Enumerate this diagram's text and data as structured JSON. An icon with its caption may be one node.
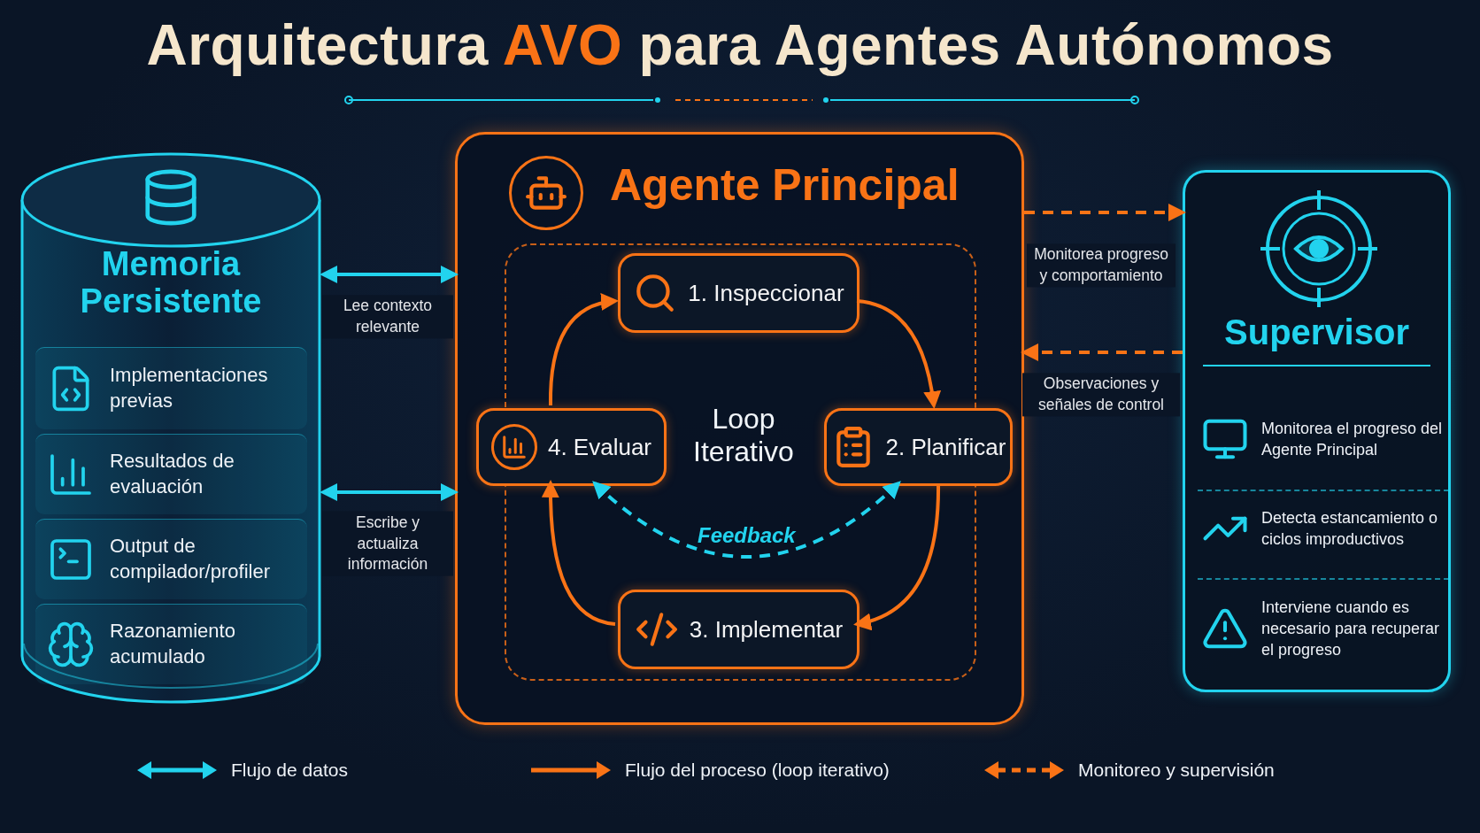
{
  "diagram": {
    "title": "Arquitectura **AVO** para Agentes Autónomos",
    "nodes": [
      {
        "text": [
          "Memoria Persistente"
        ]
      },
      {
        "text": [
          "Implementaciones previas"
        ],
        "in": 0
      },
      {
        "text": [
          "Resultados de evaluación"
        ],
        "in": 0
      },
      {
        "text": [
          "Output de compilador/profiler"
        ],
        "in": 0
      },
      {
        "text": [
          "Razonamiento acumulado"
        ],
        "in": 0
      },
      {
        "text": [
          "Agente Principal"
        ]
      },
      {
        "text": [
          "1. Inspeccionar"
        ],
        "in": 5
      },
      {
        "text": [
          "2. Planificar"
        ],
        "in": 5
      },
      {
        "text": [
          "3. Implementar"
        ],
        "in": 5
      },
      {
        "text": [
          "4. Evaluar"
        ],
        "in": 5
      },
      {
        "text": [
          "Supervisor"
        ]
      },
      {
        "text": [
          "Monitorea el progreso del Agente Principal"
        ],
        "in": 10
      },
      {
        "text": [
          "Detecta estancamiento o ciclos improductivos"
        ],
        "in": 10
      },
      {
        "text": [
          "Interviene cuando es necesario para recuperar el progreso"
        ],
        "in": 10
      }
    ],
    "edges": [
      {
        "from": 0,
        "to": 5,
        "arrow": "both",
        "label": "Lee contexto relevante",
        "color": "#22d3ee"
      },
      {
        "from": 0,
        "to": 5,
        "arrow": "both",
        "label": "Escribe y actualiza información",
        "color": "#22d3ee"
      },
      {
        "from": 5,
        "to": 10,
        "arrow": "to",
        "label": "Monitorea progreso y comportamiento",
        "style": "dashed"
      },
      {
        "from": 10,
        "to": 5,
        "arrow": "to",
        "label": "Observaciones y señales de control",
        "style": "dashed"
      },
      {
        "from": 6,
        "to": 7,
        "arrow": "to"
      },
      {
        "from": 7,
        "to": 8,
        "arrow": "to"
      },
      {
        "from": 8,
        "to": 9,
        "arrow": "to"
      },
      {
        "from": 9,
        "to": 6,
        "arrow": "to"
      },
      {
        "from": 9,
        "to": 7,
        "arrow": "both",
        "label": "Feedback",
        "style": "dashed",
        "color": "#22d3ee"
      }
    ],
    "labels": [
      "Loop Iterativo"
    ],
    "legend": [
      {
        "text": "Flujo de datos"
      },
      {
        "text": "Flujo del proceso (loop iterativo)"
      },
      {
        "text": "Monitoreo y supervisión"
      }
    ]
  }
}
